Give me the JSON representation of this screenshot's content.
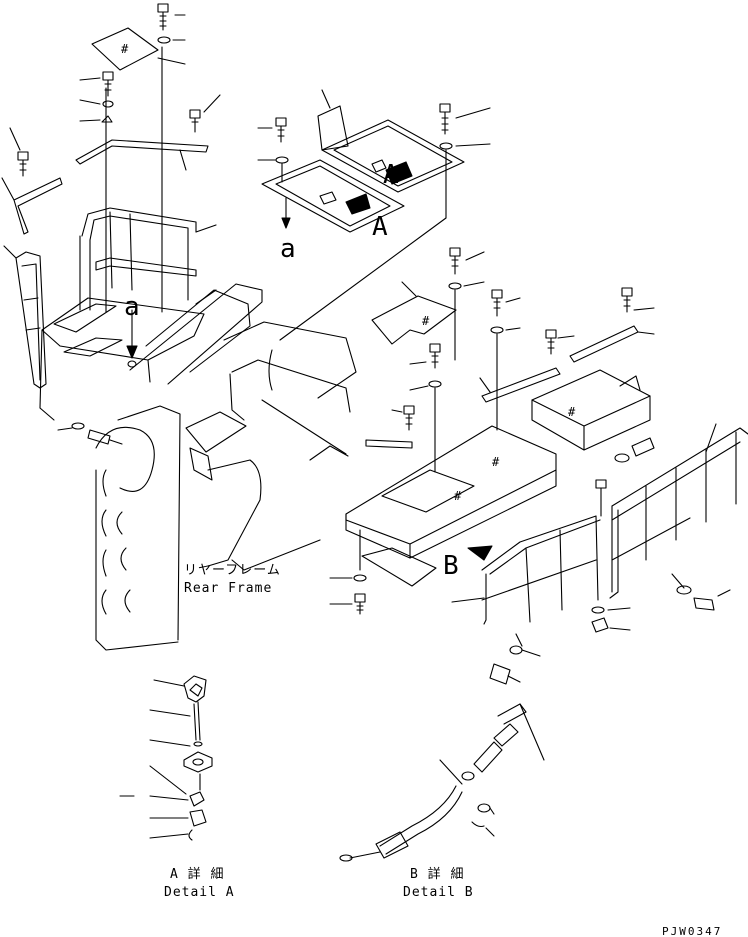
{
  "labels": {
    "view_a_upper": "A",
    "view_a_lower": "A",
    "view_b": "B",
    "arrow_a": "a",
    "arrow_a_small": "a",
    "rear_frame_jp": "リヤーフレーム",
    "rear_frame_en": "Rear Frame",
    "detail_a_jp": "A 詳 細",
    "detail_a_en": "Detail A",
    "detail_b_jp": "B 詳 細",
    "detail_b_en": "Detail B",
    "drawing_code": "PJW0347"
  }
}
